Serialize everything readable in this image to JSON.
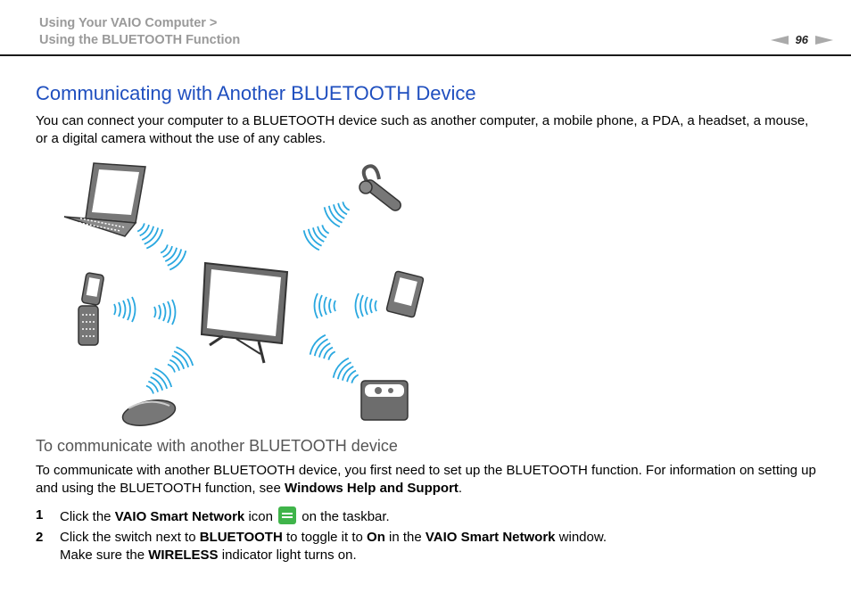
{
  "header": {
    "breadcrumb_1": "Using Your VAIO Computer >",
    "breadcrumb_2": "Using the BLUETOOTH Function",
    "page_number": "96"
  },
  "title": "Communicating with Another BLUETOOTH Device",
  "intro": "You can connect your computer to a BLUETOOTH device such as another computer, a mobile phone, a PDA, a headset, a mouse, or a digital camera without the use of any cables.",
  "subheading": "To communicate with another BLUETOOTH device",
  "para2": {
    "pre": "To communicate with another BLUETOOTH device, you first need to set up the BLUETOOTH function. For information on setting up and using the BLUETOOTH function, see ",
    "bold": "Windows Help and Support",
    "post": "."
  },
  "steps": [
    {
      "num": "1",
      "t1": "Click the ",
      "b1": "VAIO Smart Network",
      "t2": " icon ",
      "t3": " on the taskbar.",
      "icon": "vaio-smart-network-icon"
    },
    {
      "num": "2",
      "t1": "Click the switch next to ",
      "b1": "BLUETOOTH",
      "t2": " to toggle it to ",
      "b2": "On",
      "t3": " in the ",
      "b3": "VAIO Smart Network",
      "t4": " window.",
      "line2_t1": "Make sure the ",
      "line2_b1": "WIRELESS",
      "line2_t2": " indicator light turns on."
    }
  ],
  "colors": {
    "title": "#1f4fbf",
    "wave": "#2aa8e0",
    "device": "#6d6d6d"
  }
}
